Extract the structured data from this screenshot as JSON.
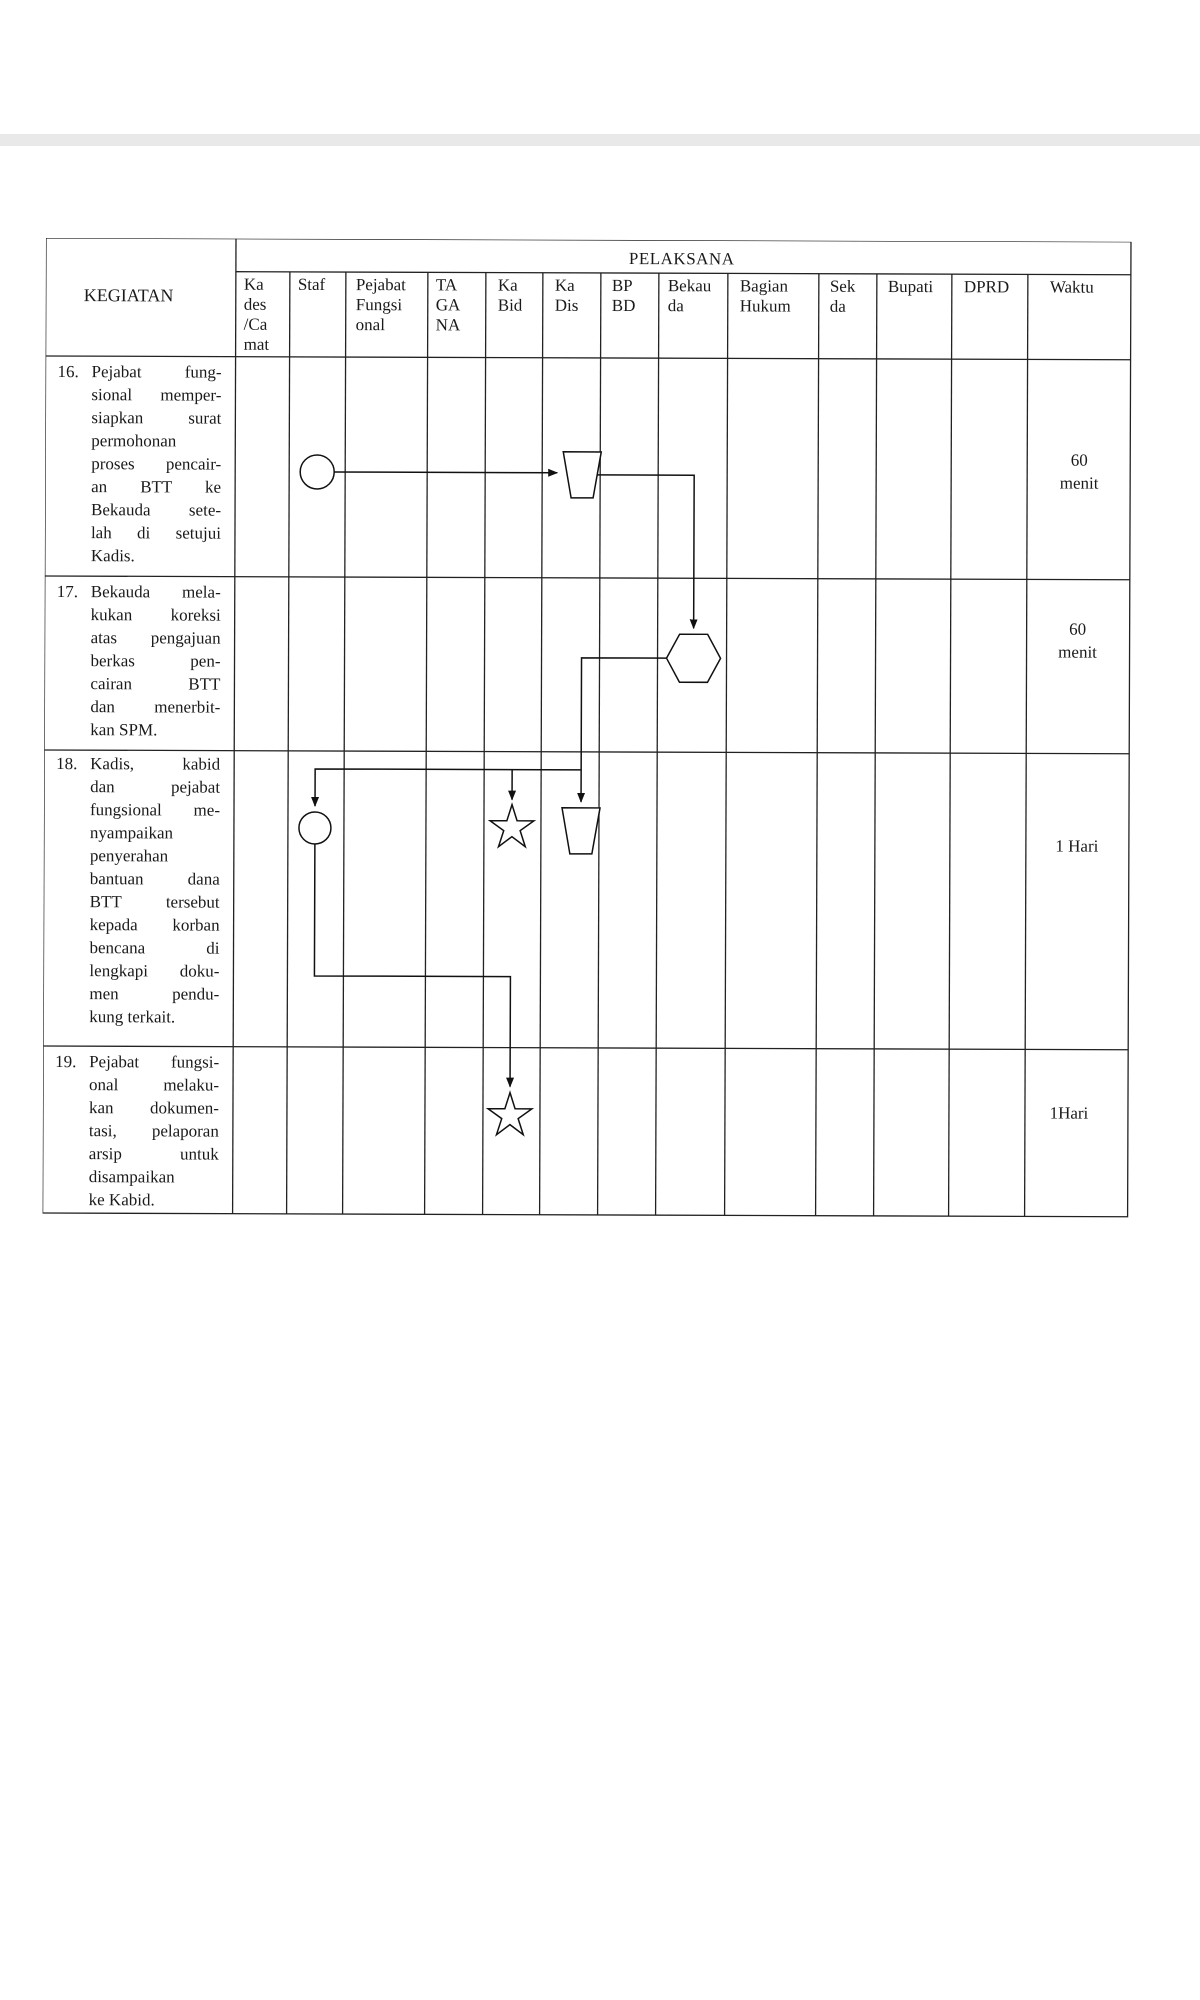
{
  "table": {
    "col_kegiatan": "KEGIATAN",
    "pelaksana_label": "PELAKSANA",
    "columns": [
      {
        "key": "kades",
        "lines": [
          "Ka",
          "des",
          "/Ca",
          "mat"
        ]
      },
      {
        "key": "staf",
        "lines": [
          "Staf"
        ]
      },
      {
        "key": "pejabat",
        "lines": [
          "Pejabat",
          "Fungsi",
          "onal"
        ]
      },
      {
        "key": "tagana",
        "lines": [
          "TA",
          "GA",
          "NA"
        ]
      },
      {
        "key": "kabid",
        "lines": [
          "Ka",
          "Bid"
        ]
      },
      {
        "key": "kadis",
        "lines": [
          "Ka",
          "Dis"
        ]
      },
      {
        "key": "bpbd",
        "lines": [
          "BP",
          "BD"
        ]
      },
      {
        "key": "bekauda",
        "lines": [
          "Bekau",
          "da"
        ]
      },
      {
        "key": "bagian_hukum",
        "lines": [
          "Bagian",
          "Hukum"
        ]
      },
      {
        "key": "sekda",
        "lines": [
          "Sek",
          "da"
        ]
      },
      {
        "key": "bupati",
        "lines": [
          "Bupati"
        ]
      },
      {
        "key": "dprd",
        "lines": [
          "DPRD"
        ]
      }
    ],
    "col_waktu": "Waktu"
  },
  "rows": [
    {
      "num": "16.",
      "lines": [
        "Pejabat fung-",
        "sional memper-",
        "siapkan surat",
        "permohonan",
        "proses pencair-",
        "an BTT ke",
        "Bekauda sete-",
        "lah di setujui",
        "Kadis."
      ],
      "waktu": [
        "60",
        "menit"
      ]
    },
    {
      "num": "17.",
      "lines": [
        "Bekauda mela-",
        "kukan koreksi",
        "atas pengajuan",
        "berkas pen-",
        "cairan BTT",
        "dan menerbit-",
        "kan SPM."
      ],
      "waktu": [
        "60",
        "menit"
      ]
    },
    {
      "num": "18.",
      "lines": [
        "Kadis, kabid",
        "dan pejabat",
        "fungsional me-",
        "nyampaikan",
        "penyerahan",
        "bantuan dana",
        "BTT tersebut",
        "kepada korban",
        "bencana di",
        "lengkapi doku-",
        "men pendu-",
        "kung terkait."
      ],
      "waktu": [
        "1 Hari"
      ]
    },
    {
      "num": "19.",
      "lines": [
        "Pejabat fungsi-",
        "onal melaku-",
        "kan dokumen-",
        "tasi, pelaporan",
        "arsip untuk",
        "disampaikan",
        "ke Kabid."
      ],
      "waktu": [
        "1Hari"
      ]
    }
  ],
  "flow_symbols": [
    {
      "row": "16",
      "lane": "staf",
      "shape": "circle-icon"
    },
    {
      "row": "16",
      "lane": "kadis",
      "shape": "trapezoid-icon"
    },
    {
      "row": "17",
      "lane": "bekauda",
      "shape": "hexagon-icon"
    },
    {
      "row": "18",
      "lane": "staf",
      "shape": "circle-icon"
    },
    {
      "row": "18",
      "lane": "kabid",
      "shape": "star-icon"
    },
    {
      "row": "18",
      "lane": "kadis",
      "shape": "trapezoid-icon"
    },
    {
      "row": "19",
      "lane": "kabid",
      "shape": "star-icon"
    }
  ]
}
